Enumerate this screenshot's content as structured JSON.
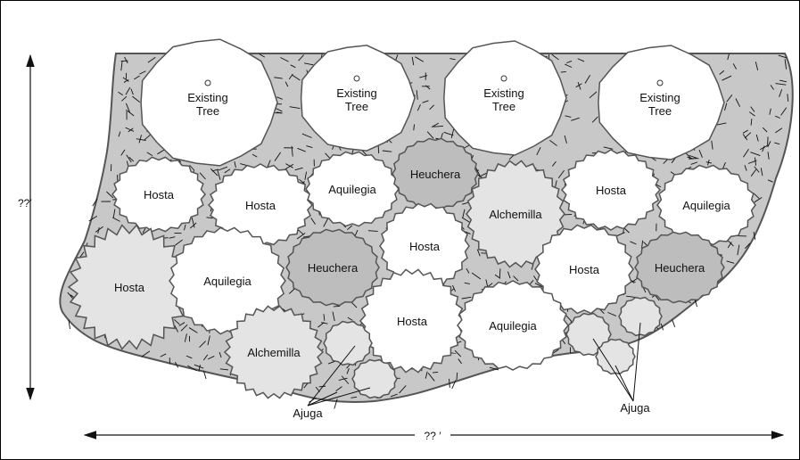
{
  "colors": {
    "bed_fill": "#c8c8c8",
    "outline": "#555555",
    "mulch_stroke": "#111111",
    "white_plant": "#ffffff",
    "light_plant": "#e4e4e4",
    "dark_plant": "#bdbdbd"
  },
  "dimensions": {
    "height_label": "??′",
    "width_label": "?? ′"
  },
  "plants": {
    "trees": [
      {
        "name": "tree-1",
        "label_line1": "Existing",
        "label_line2": "Tree"
      },
      {
        "name": "tree-2",
        "label_line1": "Existing",
        "label_line2": "Tree"
      },
      {
        "name": "tree-3",
        "label_line1": "Existing",
        "label_line2": "Tree"
      },
      {
        "name": "tree-4",
        "label_line1": "Existing",
        "label_line2": "Tree"
      }
    ],
    "hosta": "Hosta",
    "aquilegia": "Aquilegia",
    "heuchera": "Heuchera",
    "alchemilla": "Alchemilla",
    "ajuga": "Ajuga"
  }
}
